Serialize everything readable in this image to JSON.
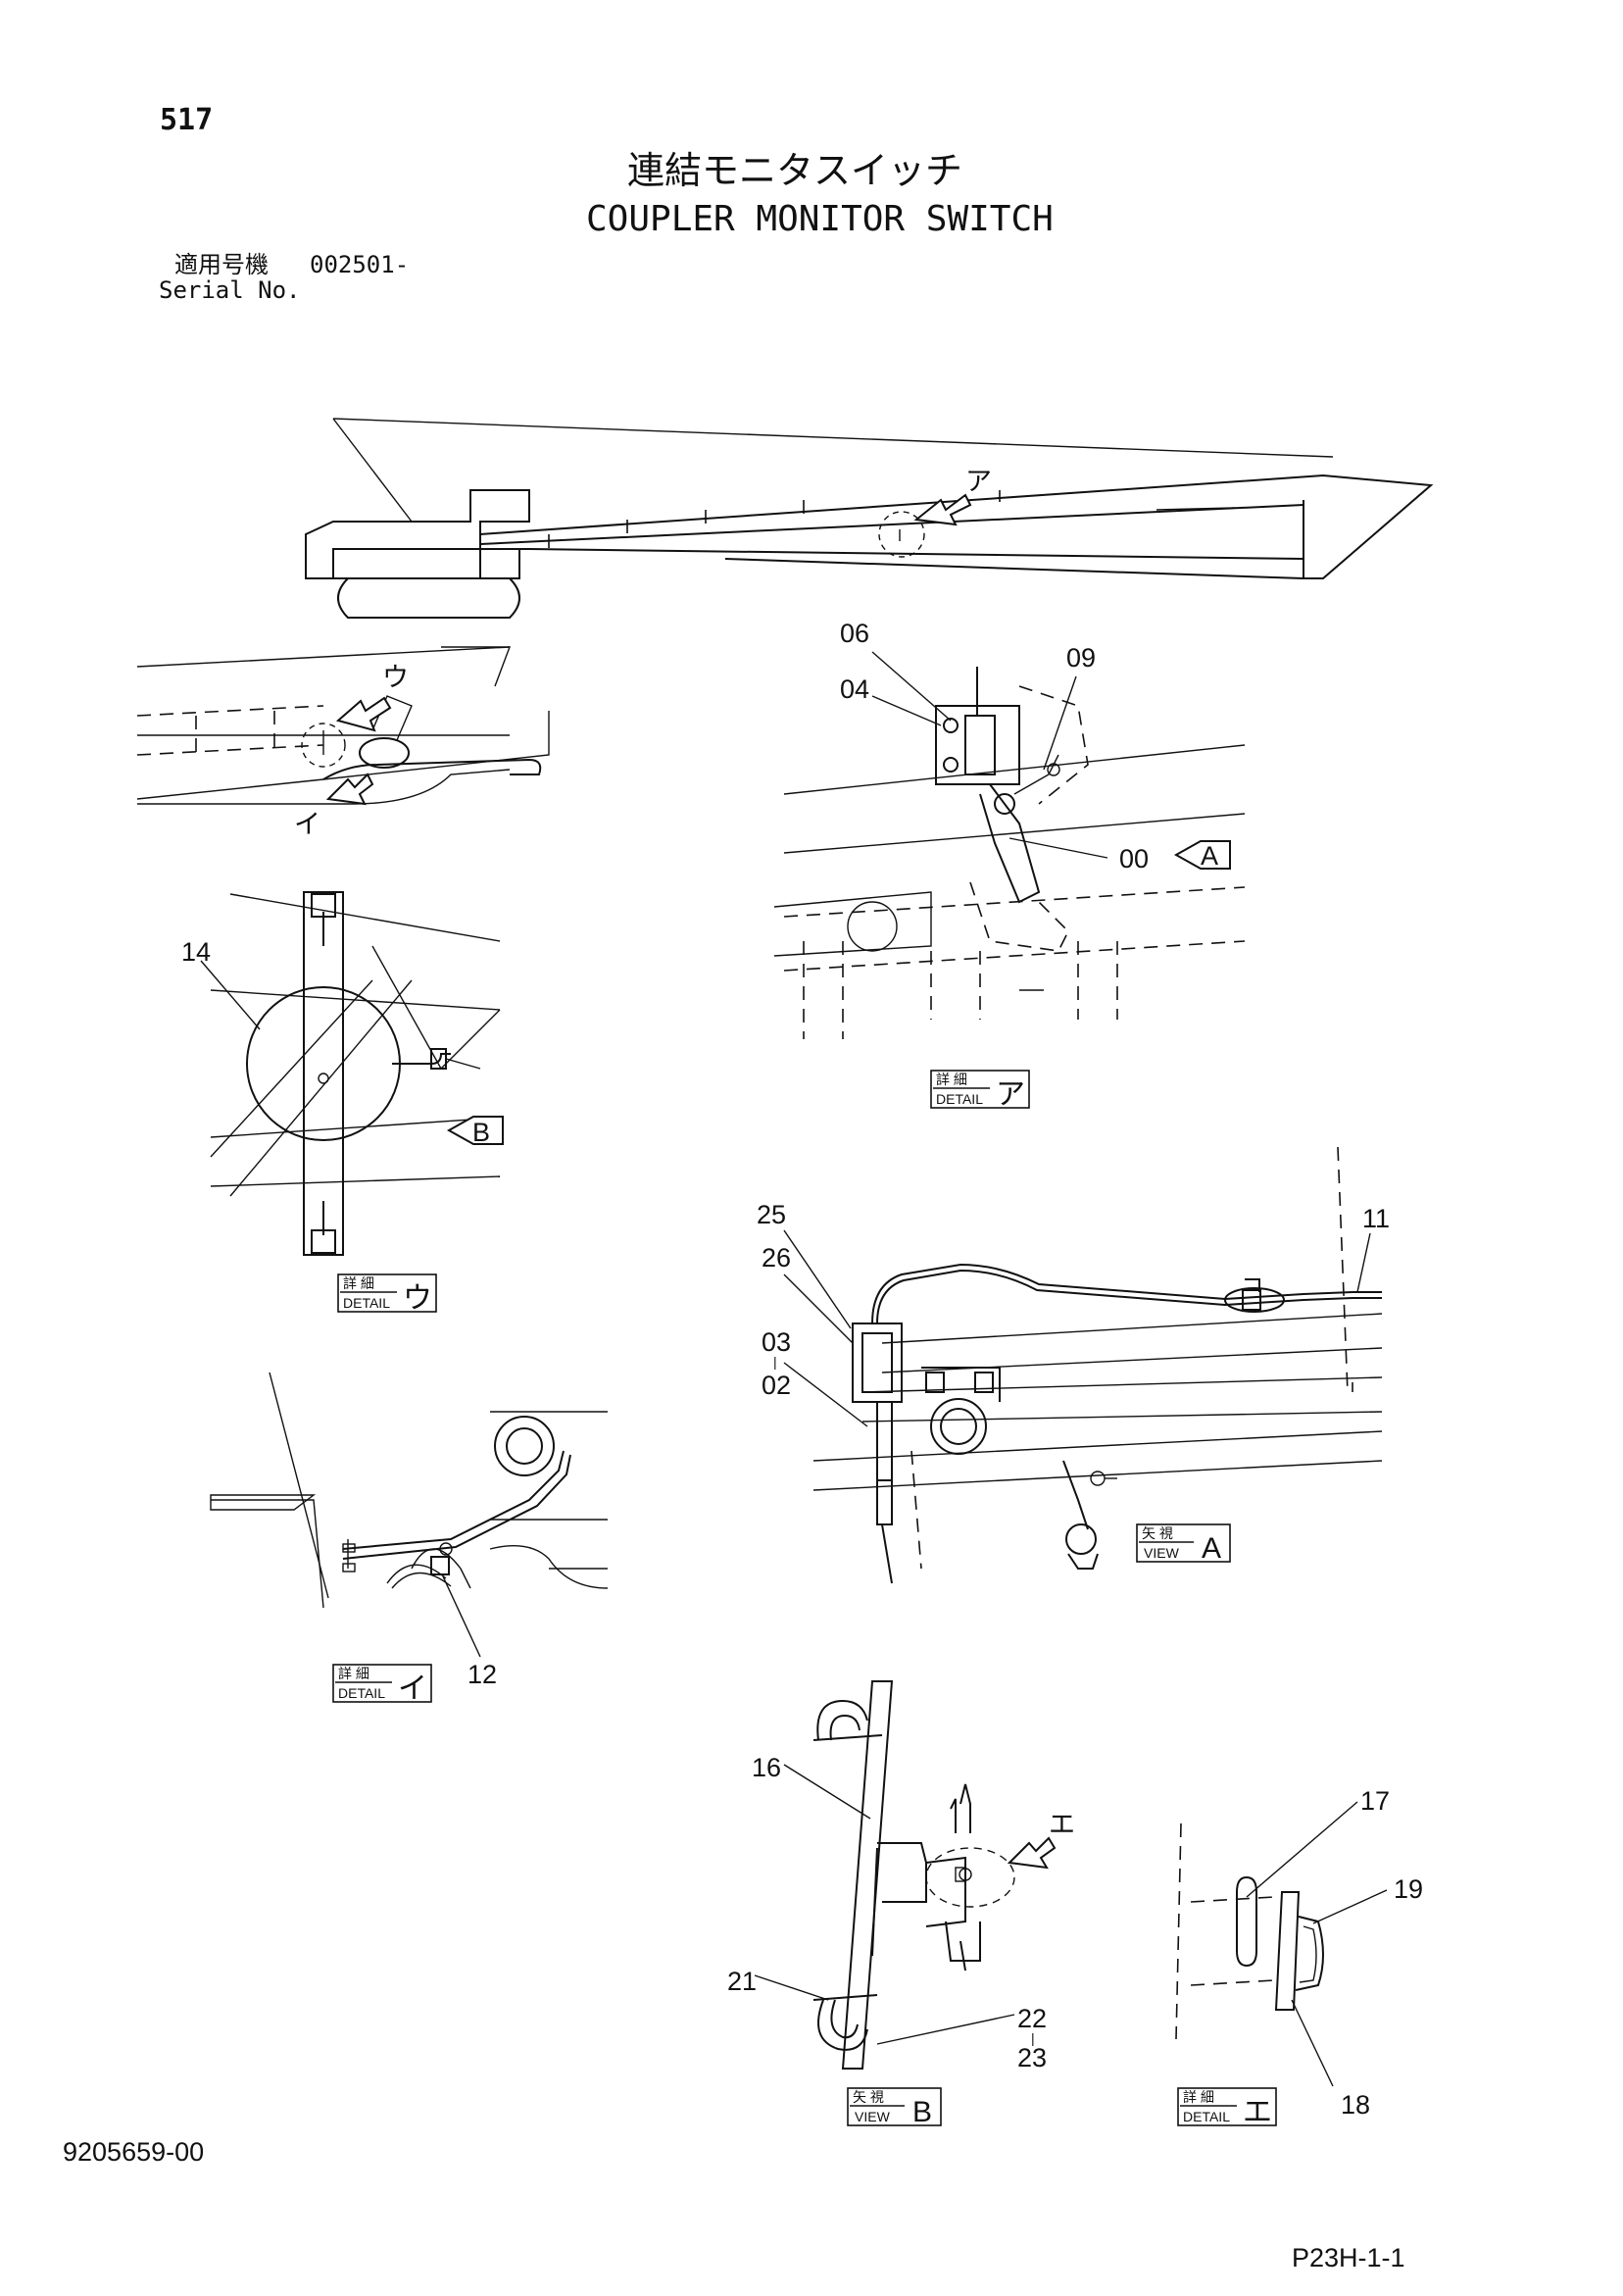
{
  "header": {
    "page_number": "517",
    "title_jp": "連結モニタスイッチ",
    "title_en": "COUPLER MONITOR SWITCH",
    "serial_label_jp": "適用号機",
    "serial_value": "002501-",
    "serial_label_en": "Serial No."
  },
  "callouts": {
    "c00": "00",
    "c02": "02",
    "c03": "03",
    "c04": "04",
    "c06": "06",
    "c09": "09",
    "c11": "11",
    "c12": "12",
    "c14": "14",
    "c16": "16",
    "c17": "17",
    "c18": "18",
    "c19": "19",
    "c21": "21",
    "c22": "22",
    "c23": "23",
    "c25": "25",
    "c26": "26"
  },
  "markers": {
    "a": "ア",
    "i": "イ",
    "u": "ウ",
    "e": "エ",
    "view_a": "A",
    "view_b": "B"
  },
  "labels": {
    "detail_jp": "詳 細",
    "detail_en": "DETAIL",
    "view_jp": "矢 視",
    "view_en": "VIEW",
    "detail_a_mark": "ア",
    "detail_u_mark": "ウ",
    "detail_i_mark": "イ",
    "detail_e_mark": "エ",
    "view_a_mark": "A",
    "view_b_mark": "B"
  },
  "footer": {
    "document_number": "9205659-00",
    "page_reference": "P23H-1-1"
  }
}
